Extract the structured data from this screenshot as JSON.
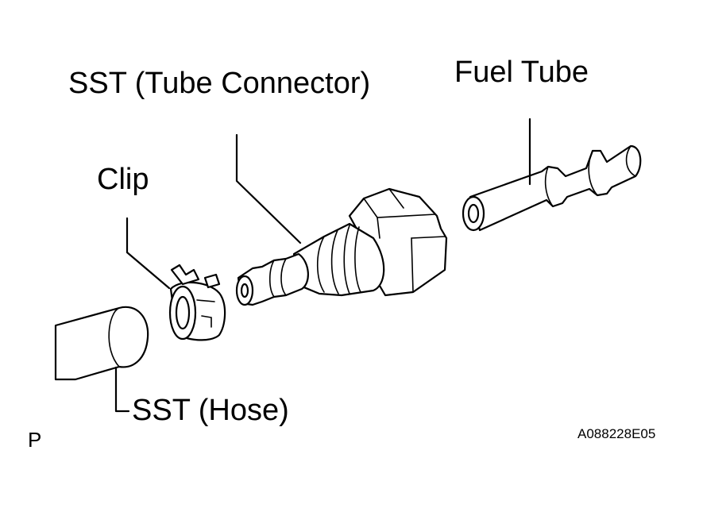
{
  "labels": {
    "tube_connector": "SST (Tube Connector)",
    "fuel_tube": "Fuel Tube",
    "clip": "Clip",
    "hose": "SST (Hose)",
    "corner_mark": "P",
    "figure_code": "A088228E05"
  },
  "colors": {
    "ink": "#000000",
    "paper": "#ffffff"
  }
}
